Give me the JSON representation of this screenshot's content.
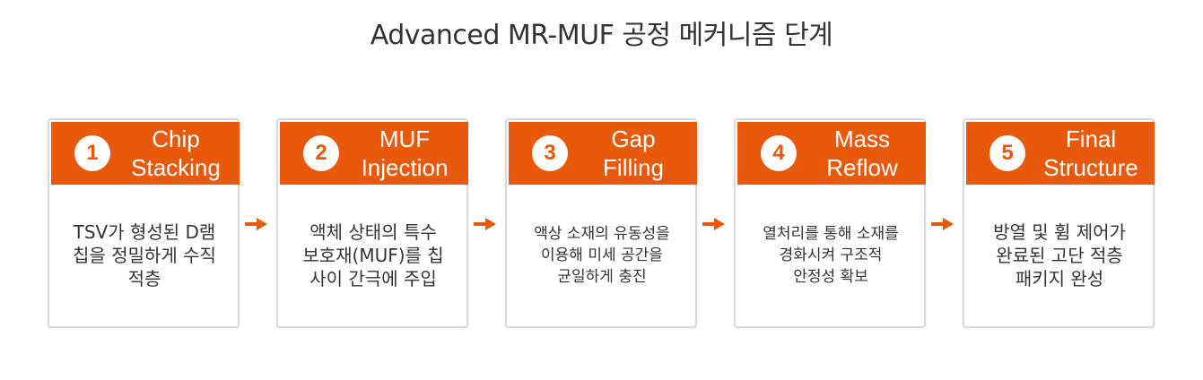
{
  "title": "Advanced MR-MUF 공정 메커니즘 단계",
  "colors": {
    "accent": "#e8590c",
    "card_border": "#d9d9d9",
    "text": "#333333"
  },
  "steps": [
    {
      "number": "1",
      "title_lines": [
        "Chip",
        "Stacking"
      ],
      "desc_lines": [
        "TSV가 형성된 D램",
        "칩을 정밀하게 수직",
        "적층"
      ]
    },
    {
      "number": "2",
      "title_lines": [
        "MUF",
        "Injection"
      ],
      "desc_lines": [
        "액체 상태의 특수",
        "보호재(MUF)를 칩",
        "사이 간극에 주입"
      ]
    },
    {
      "number": "3",
      "title_lines": [
        "Gap",
        "Filling"
      ],
      "desc_lines": [
        "액상 소재의 유동성을",
        "이용해 미세 공간을",
        "균일하게 충진"
      ]
    },
    {
      "number": "4",
      "title_lines": [
        "Mass",
        "Reflow"
      ],
      "desc_lines": [
        "열처리를 통해 소재를",
        "경화시켜 구조적",
        "안정성 확보"
      ]
    },
    {
      "number": "5",
      "title_lines": [
        "Final",
        "Structure"
      ],
      "desc_lines": [
        "방열 및 휨 제어가",
        "완료된 고단 적층",
        "패키지 완성"
      ]
    }
  ]
}
